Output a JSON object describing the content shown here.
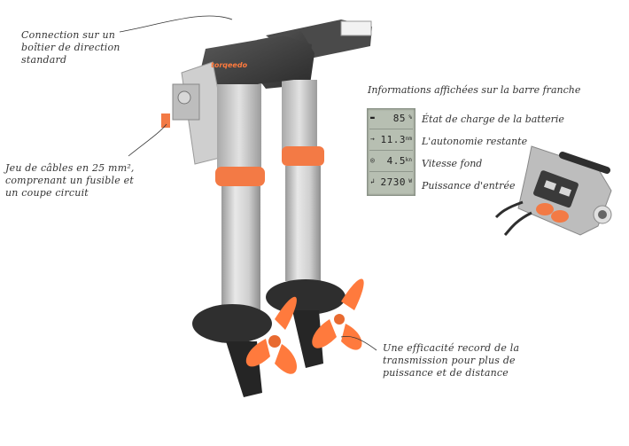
{
  "annotations": {
    "connection": [
      "Connection sur un",
      "boîtier de direction",
      "standard"
    ],
    "cables": [
      "Jeu de câbles en 25 mm²,",
      "comprenant un  fusible et",
      "un coupe circuit"
    ],
    "efficiency": [
      "Une efficacité record de la",
      "transmission  pour plus de",
      "puissance et de distance"
    ]
  },
  "display": {
    "title": "Informations affichées sur la barre franche",
    "rows": [
      {
        "icon": "battery-icon",
        "symbol": "▬",
        "value": "85",
        "unit": "%",
        "label": "État de charge de la batterie"
      },
      {
        "icon": "range-arrow-icon",
        "symbol": "→",
        "value": "11.3",
        "unit": "nm",
        "label": "L'autonomie restante"
      },
      {
        "icon": "speed-icon",
        "symbol": "◎",
        "value": "4.5",
        "unit": "kn",
        "label": "Vitesse fond"
      },
      {
        "icon": "power-icon",
        "symbol": "↲",
        "value": "2730",
        "unit": "W",
        "label": "Puissance d'entrée"
      }
    ]
  },
  "brand": {
    "name": "torqeedo"
  },
  "colors": {
    "accent": "#ff7a3d",
    "body": "#c9c9c9",
    "dark": "#3a3a3a"
  }
}
